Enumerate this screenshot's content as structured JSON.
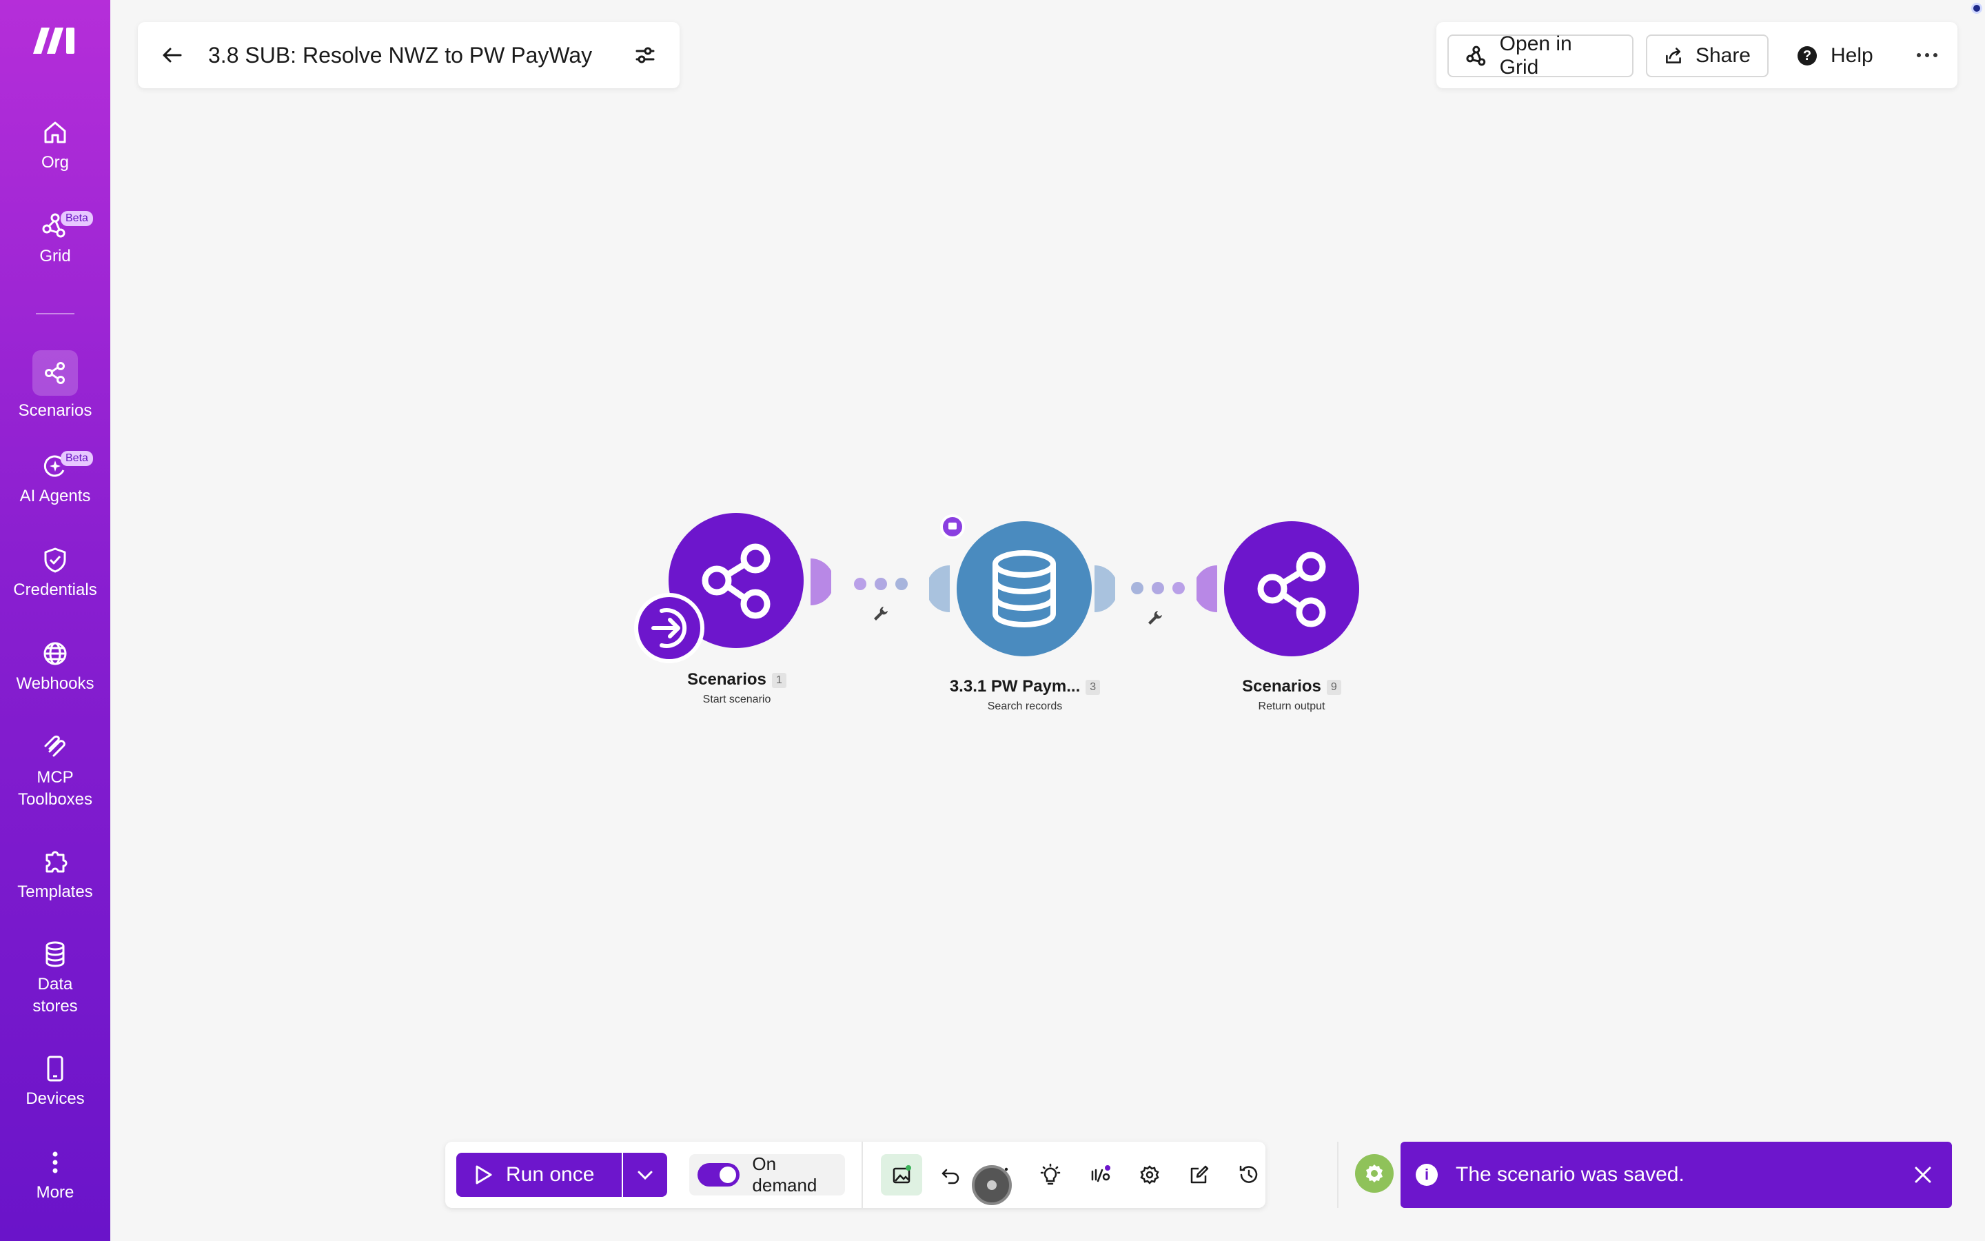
{
  "sidebar": {
    "logo": "make-logo",
    "items": [
      {
        "label": "Org",
        "icon": "home-icon"
      },
      {
        "label": "Grid",
        "icon": "grid-icon",
        "badge": "Beta"
      },
      {
        "label": "Scenarios",
        "icon": "share-icon",
        "active": true
      },
      {
        "label": "AI Agents",
        "icon": "ai-agents-icon",
        "badge": "Beta"
      },
      {
        "label": "Credentials",
        "icon": "shield-icon"
      },
      {
        "label": "Webhooks",
        "icon": "globe-icon"
      },
      {
        "label": "MCP Toolboxes",
        "icon": "mcp-icon"
      },
      {
        "label": "Templates",
        "icon": "puzzle-icon"
      },
      {
        "label": "Data stores",
        "icon": "database-icon"
      },
      {
        "label": "Devices",
        "icon": "phone-icon"
      },
      {
        "label": "More",
        "icon": "more-vertical-icon"
      }
    ]
  },
  "header": {
    "title": "3.8 SUB: Resolve NWZ to PW PayWay",
    "open_in_grid": "Open in Grid",
    "share": "Share",
    "help": "Help"
  },
  "modules": [
    {
      "name": "Scenarios",
      "badge": "1",
      "subtitle": "Start scenario",
      "color": "#6d16cc"
    },
    {
      "name": "3.3.1 PW Paym...",
      "badge": "3",
      "subtitle": "Search records",
      "color": "#4a8bbf"
    },
    {
      "name": "Scenarios",
      "badge": "9",
      "subtitle": "Return output",
      "color": "#6d16cc"
    }
  ],
  "toolbar": {
    "run_once": "Run once",
    "schedule": "On demand",
    "schedule_enabled": true
  },
  "toast": {
    "message": "The scenario was saved."
  },
  "colors": {
    "brand": "#6d16cc",
    "sidebar_top": "#b52ed9",
    "datastore": "#4a8bbf",
    "status_ok": "#8fc25a"
  }
}
